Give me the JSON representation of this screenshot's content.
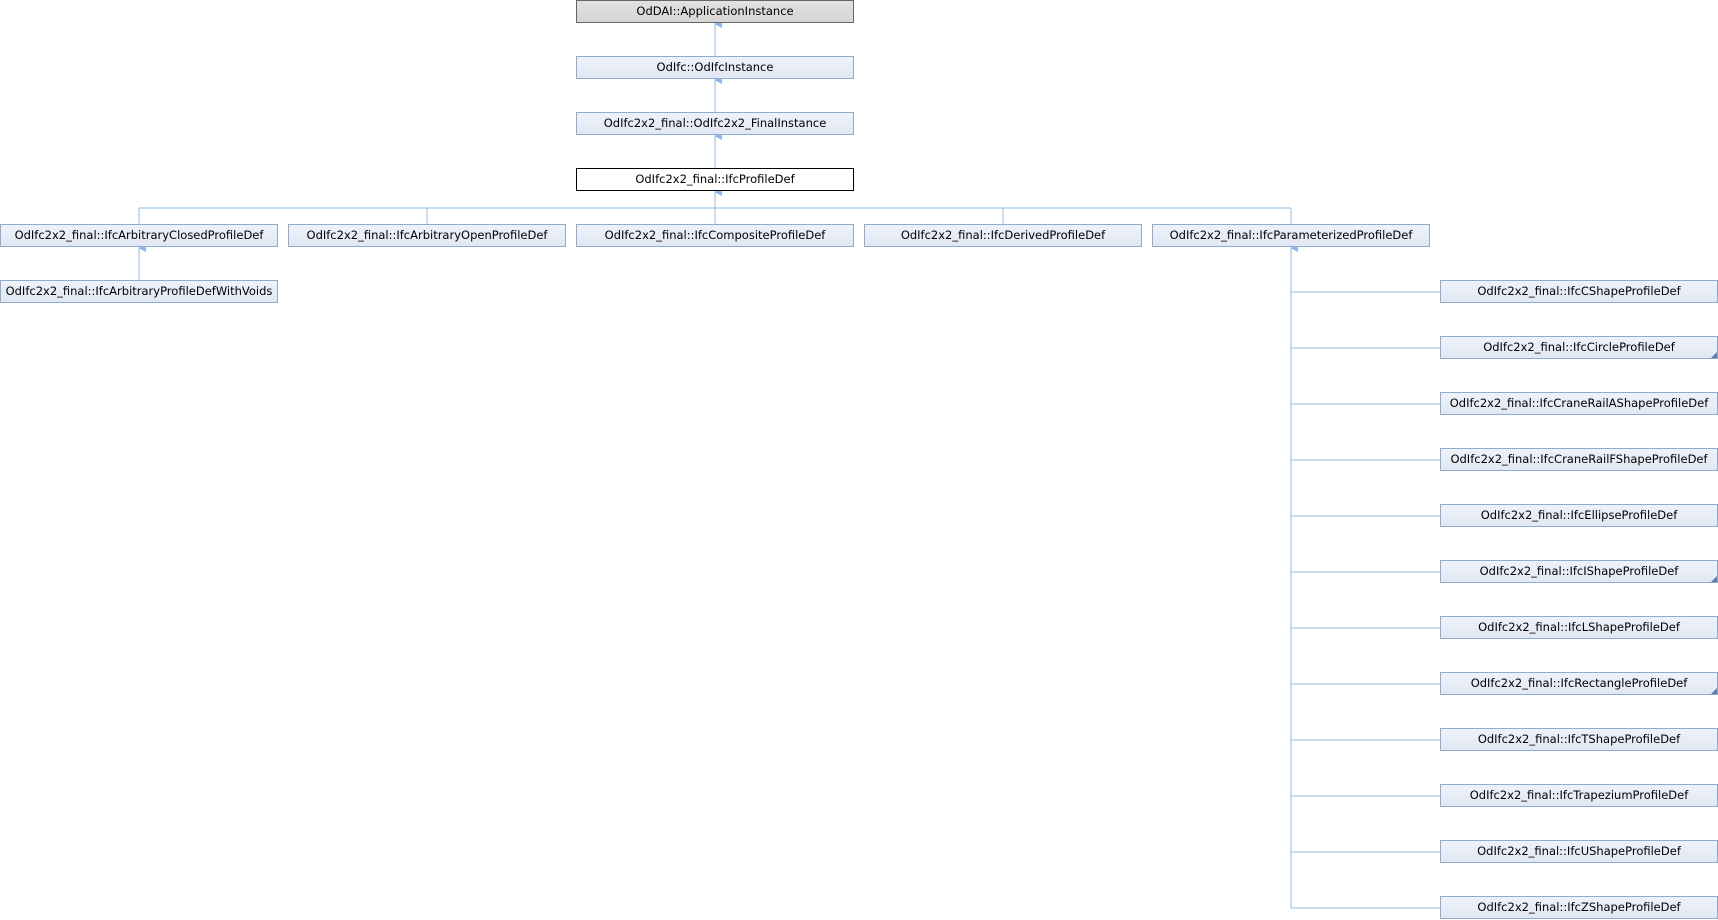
{
  "colors": {
    "edge": "#8fbbe6",
    "node_border": "#8faccf",
    "root_border": "#666666",
    "current_border": "#000000"
  },
  "nodes": {
    "root": {
      "label": "OdDAI::ApplicationInstance"
    },
    "odifc_instance": {
      "label": "OdIfc::OdIfcInstance"
    },
    "final_instance": {
      "label": "OdIfc2x2_final::OdIfc2x2_FinalInstance"
    },
    "profile_def": {
      "label": "OdIfc2x2_final::IfcProfileDef"
    },
    "arbitrary_closed": {
      "label": "OdIfc2x2_final::IfcArbitraryClosedProfileDef"
    },
    "arbitrary_open": {
      "label": "OdIfc2x2_final::IfcArbitraryOpenProfileDef"
    },
    "composite": {
      "label": "OdIfc2x2_final::IfcCompositeProfileDef"
    },
    "derived": {
      "label": "OdIfc2x2_final::IfcDerivedProfileDef"
    },
    "parameterized": {
      "label": "OdIfc2x2_final::IfcParameterizedProfileDef"
    },
    "arbitrary_voids": {
      "label": "OdIfc2x2_final::IfcArbitraryProfileDefWithVoids"
    },
    "c_shape": {
      "label": "OdIfc2x2_final::IfcCShapeProfileDef"
    },
    "circle": {
      "label": "OdIfc2x2_final::IfcCircleProfileDef"
    },
    "crane_a": {
      "label": "OdIfc2x2_final::IfcCraneRailAShapeProfileDef"
    },
    "crane_f": {
      "label": "OdIfc2x2_final::IfcCraneRailFShapeProfileDef"
    },
    "ellipse": {
      "label": "OdIfc2x2_final::IfcEllipseProfileDef"
    },
    "i_shape": {
      "label": "OdIfc2x2_final::IfcIShapeProfileDef"
    },
    "l_shape": {
      "label": "OdIfc2x2_final::IfcLShapeProfileDef"
    },
    "rectangle": {
      "label": "OdIfc2x2_final::IfcRectangleProfileDef"
    },
    "t_shape": {
      "label": "OdIfc2x2_final::IfcTShapeProfileDef"
    },
    "trapezium": {
      "label": "OdIfc2x2_final::IfcTrapeziumProfileDef"
    },
    "u_shape": {
      "label": "OdIfc2x2_final::IfcUShapeProfileDef"
    },
    "z_shape": {
      "label": "OdIfc2x2_final::IfcZShapeProfileDef"
    }
  },
  "edges": [
    [
      "odifc_instance",
      "root"
    ],
    [
      "final_instance",
      "odifc_instance"
    ],
    [
      "profile_def",
      "final_instance"
    ],
    [
      "arbitrary_closed",
      "profile_def"
    ],
    [
      "arbitrary_open",
      "profile_def"
    ],
    [
      "composite",
      "profile_def"
    ],
    [
      "derived",
      "profile_def"
    ],
    [
      "parameterized",
      "profile_def"
    ],
    [
      "arbitrary_voids",
      "arbitrary_closed"
    ],
    [
      "c_shape",
      "parameterized"
    ],
    [
      "circle",
      "parameterized"
    ],
    [
      "crane_a",
      "parameterized"
    ],
    [
      "crane_f",
      "parameterized"
    ],
    [
      "ellipse",
      "parameterized"
    ],
    [
      "i_shape",
      "parameterized"
    ],
    [
      "l_shape",
      "parameterized"
    ],
    [
      "rectangle",
      "parameterized"
    ],
    [
      "t_shape",
      "parameterized"
    ],
    [
      "trapezium",
      "parameterized"
    ],
    [
      "u_shape",
      "parameterized"
    ],
    [
      "z_shape",
      "parameterized"
    ]
  ]
}
